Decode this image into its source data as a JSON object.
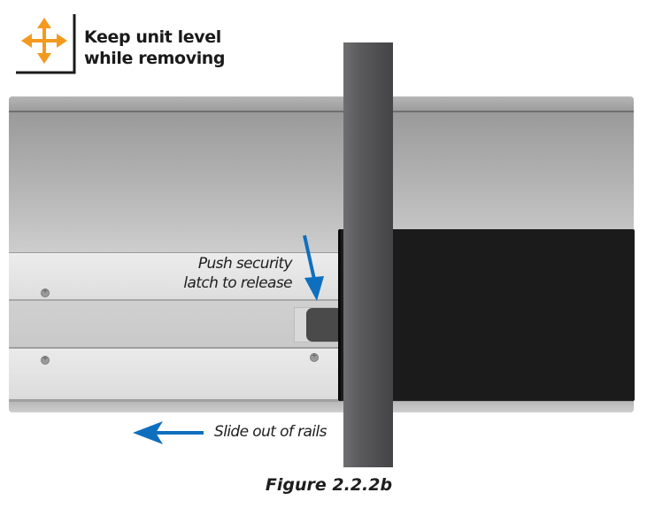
{
  "callout": {
    "icon": "four-way-arrows-icon",
    "line1": "Keep unit level",
    "line2": "while removing",
    "icon_color": "#f39a1e"
  },
  "annotations": {
    "push_line1": "Push security",
    "push_line2": "latch to release",
    "slide": "Slide out of rails",
    "arrow_color": "#0f6fbf"
  },
  "caption": "Figure 2.2.2b"
}
